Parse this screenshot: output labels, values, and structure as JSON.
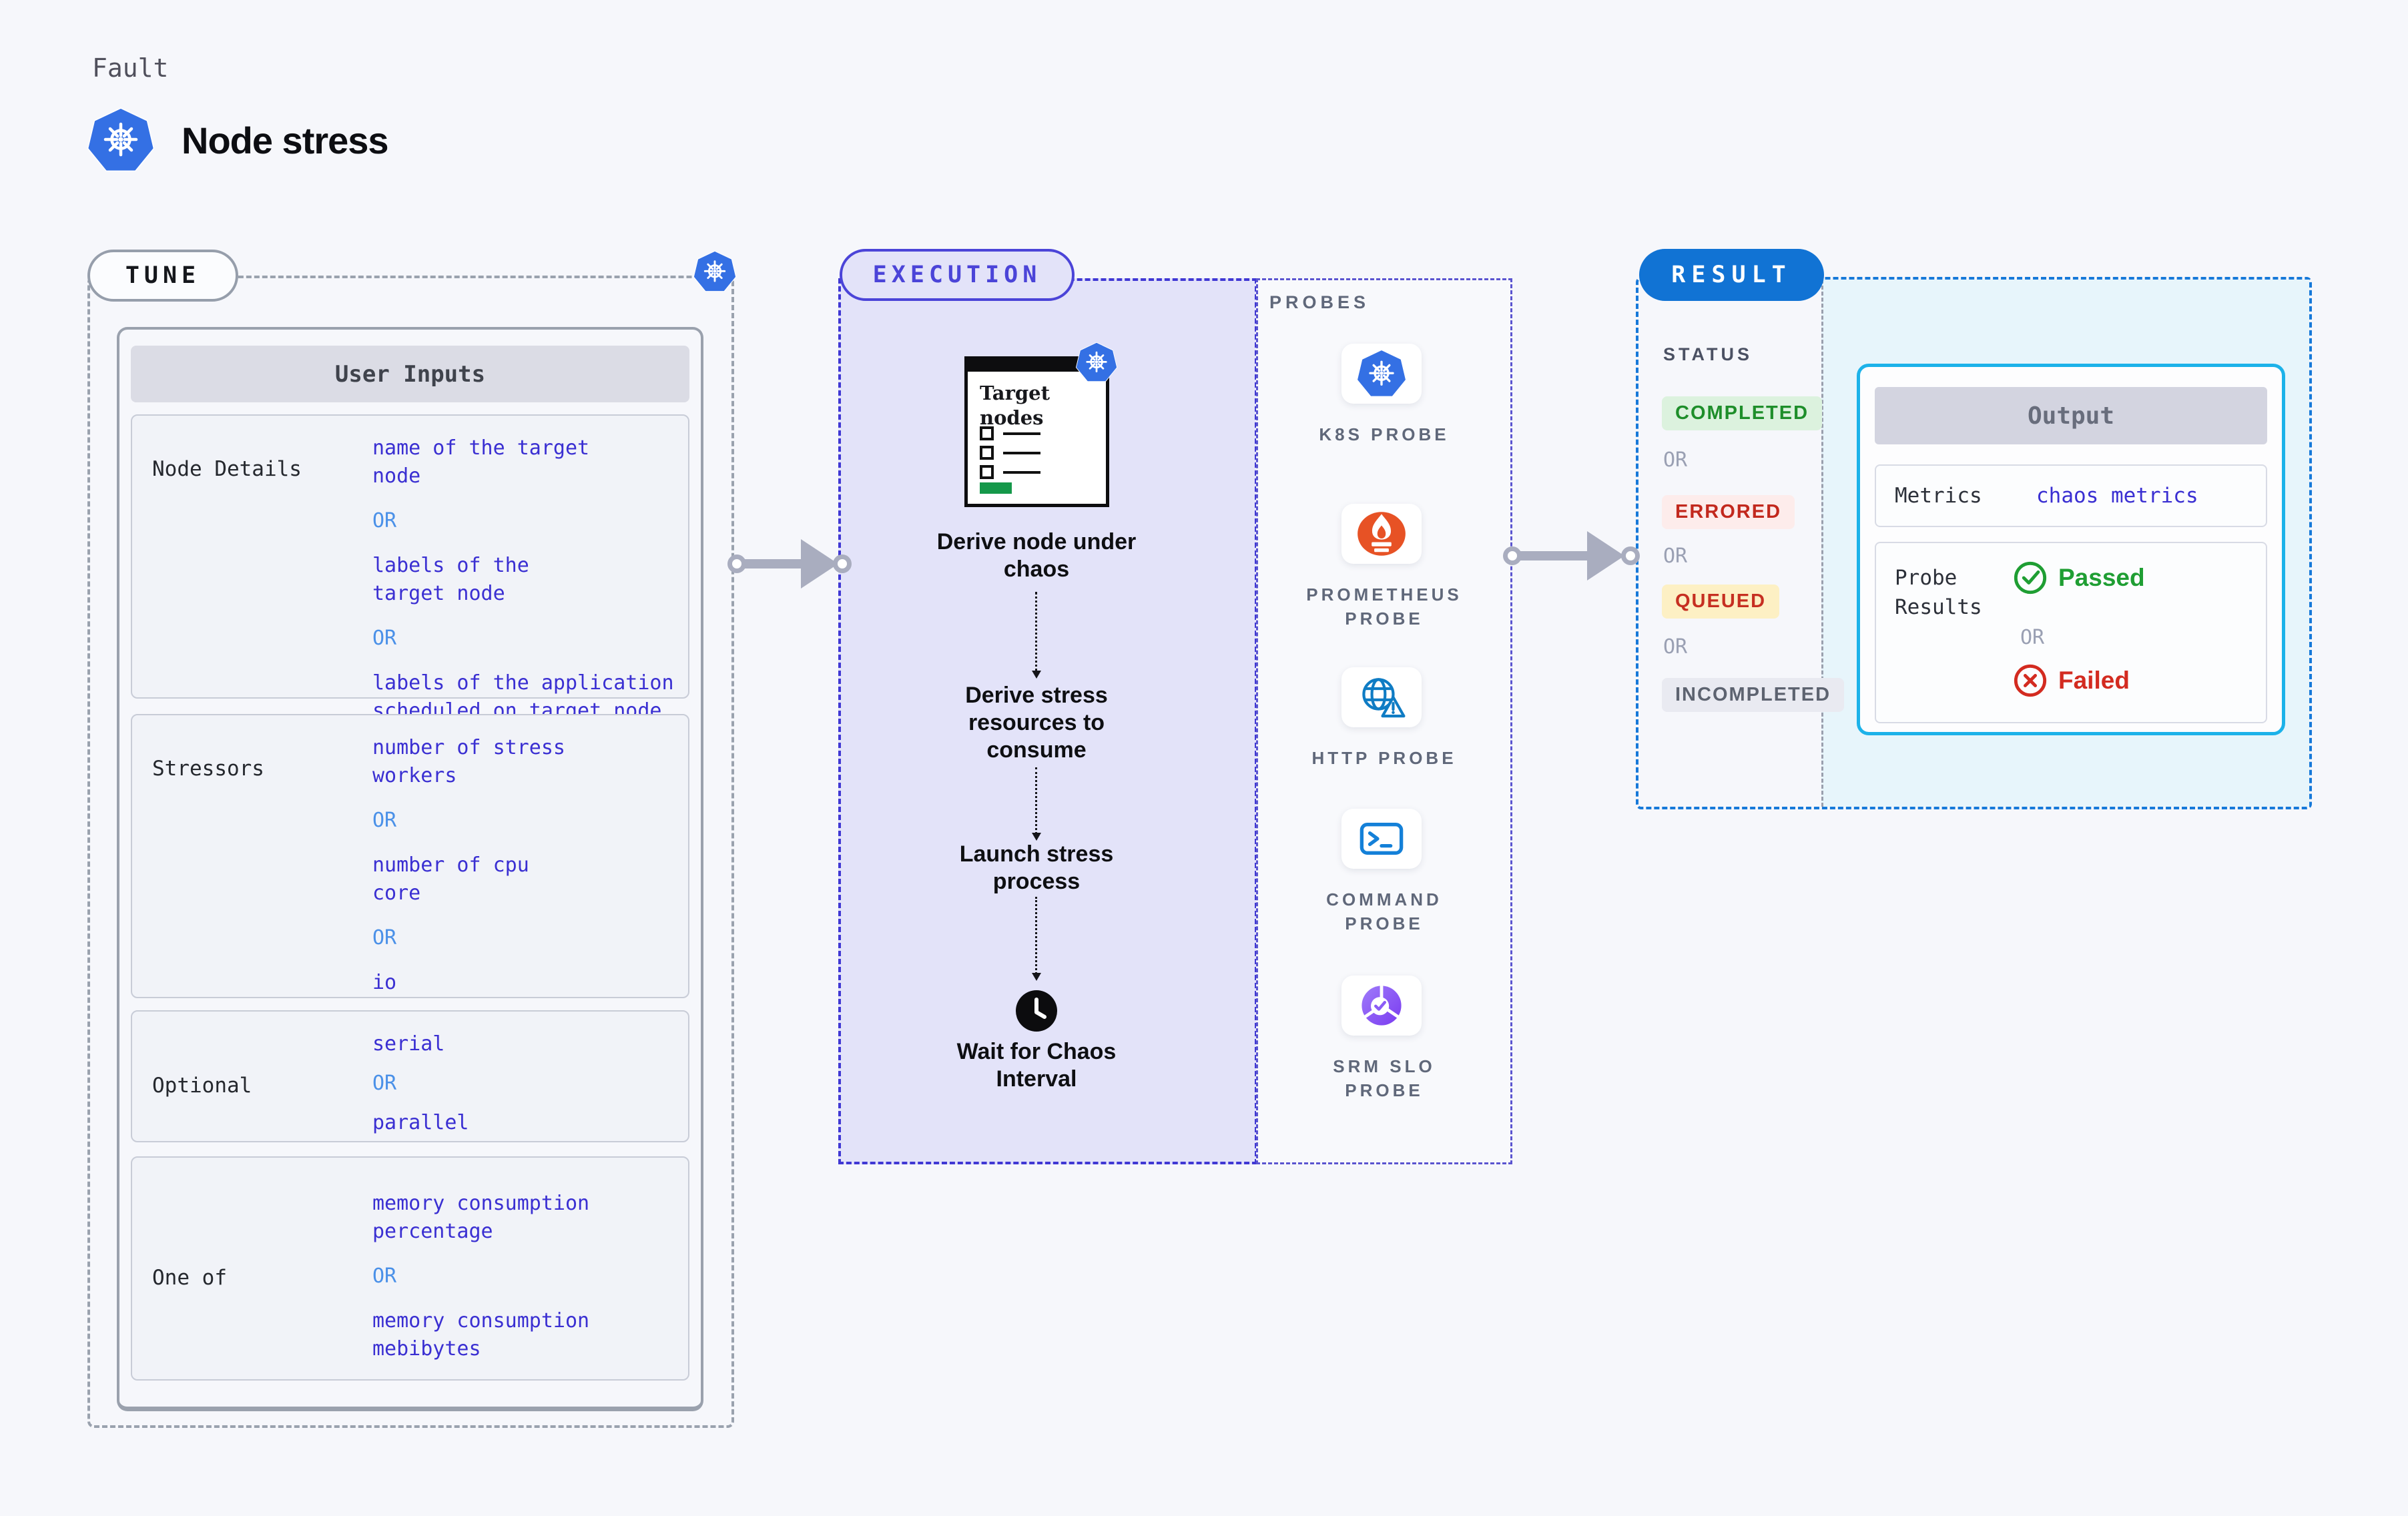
{
  "header": {
    "fault_label": "Fault",
    "title": "Node stress"
  },
  "tune": {
    "label": "TUNE",
    "panel_title": "User Inputs",
    "or": "OR",
    "rows": [
      {
        "label": "Node Details",
        "values": [
          "name of the target\nnode",
          "labels of the\ntarget node",
          "labels of the application\n scheduled on target node"
        ]
      },
      {
        "label": "Stressors",
        "values": [
          "number of stress\nworkers",
          "number of cpu\ncore",
          "io"
        ]
      },
      {
        "label": "Optional",
        "values": [
          "serial",
          "parallel"
        ]
      },
      {
        "label": "One of",
        "values": [
          "memory consumption\npercentage",
          "memory consumption\nmebibytes"
        ]
      }
    ]
  },
  "execution": {
    "label": "EXECUTION",
    "card_title": "Target\nnodes",
    "steps": [
      "Derive node under\nchaos",
      "Derive stress\nresources to\nconsume",
      "Launch stress\nprocess",
      "Wait for Chaos\nInterval"
    ]
  },
  "probes": {
    "label": "PROBES",
    "items": [
      {
        "name": "k8s-probe",
        "label": "K8S PROBE"
      },
      {
        "name": "prometheus-probe",
        "label": "PROMETHEUS\nPROBE"
      },
      {
        "name": "http-probe",
        "label": "HTTP PROBE"
      },
      {
        "name": "command-probe",
        "label": "COMMAND\nPROBE"
      },
      {
        "name": "srm-slo-probe",
        "label": "SRM SLO\nPROBE"
      }
    ]
  },
  "result": {
    "label": "RESULT",
    "status_heading": "STATUS",
    "or": "OR",
    "badges": [
      {
        "text": "COMPLETED",
        "type": "completed"
      },
      {
        "text": "ERRORED",
        "type": "errored"
      },
      {
        "text": "QUEUED",
        "type": "queued"
      },
      {
        "text": "INCOMPLETED",
        "type": "incompleted"
      }
    ],
    "output": {
      "title": "Output",
      "metrics_label": "Metrics",
      "metrics_value": "chaos metrics",
      "probe_results_label": "Probe\nResults",
      "passed": "Passed",
      "or": "OR",
      "failed": "Failed"
    }
  },
  "colors": {
    "k8s_blue": "#3470e4",
    "value_indigo": "#3a2fd2",
    "or_blue": "#4a90e8",
    "execution_purple": "#4b44d8",
    "result_blue": "#1173d4",
    "output_border_cyan": "#1cb2e9",
    "passed_green": "#1f9e33",
    "failed_red": "#d32b20",
    "prometheus_orange": "#e75225",
    "completed_badge_green": "#1e8e2a",
    "errored_badge_red": "#c2281d",
    "queued_badge_bg": "#fdf0c4"
  }
}
